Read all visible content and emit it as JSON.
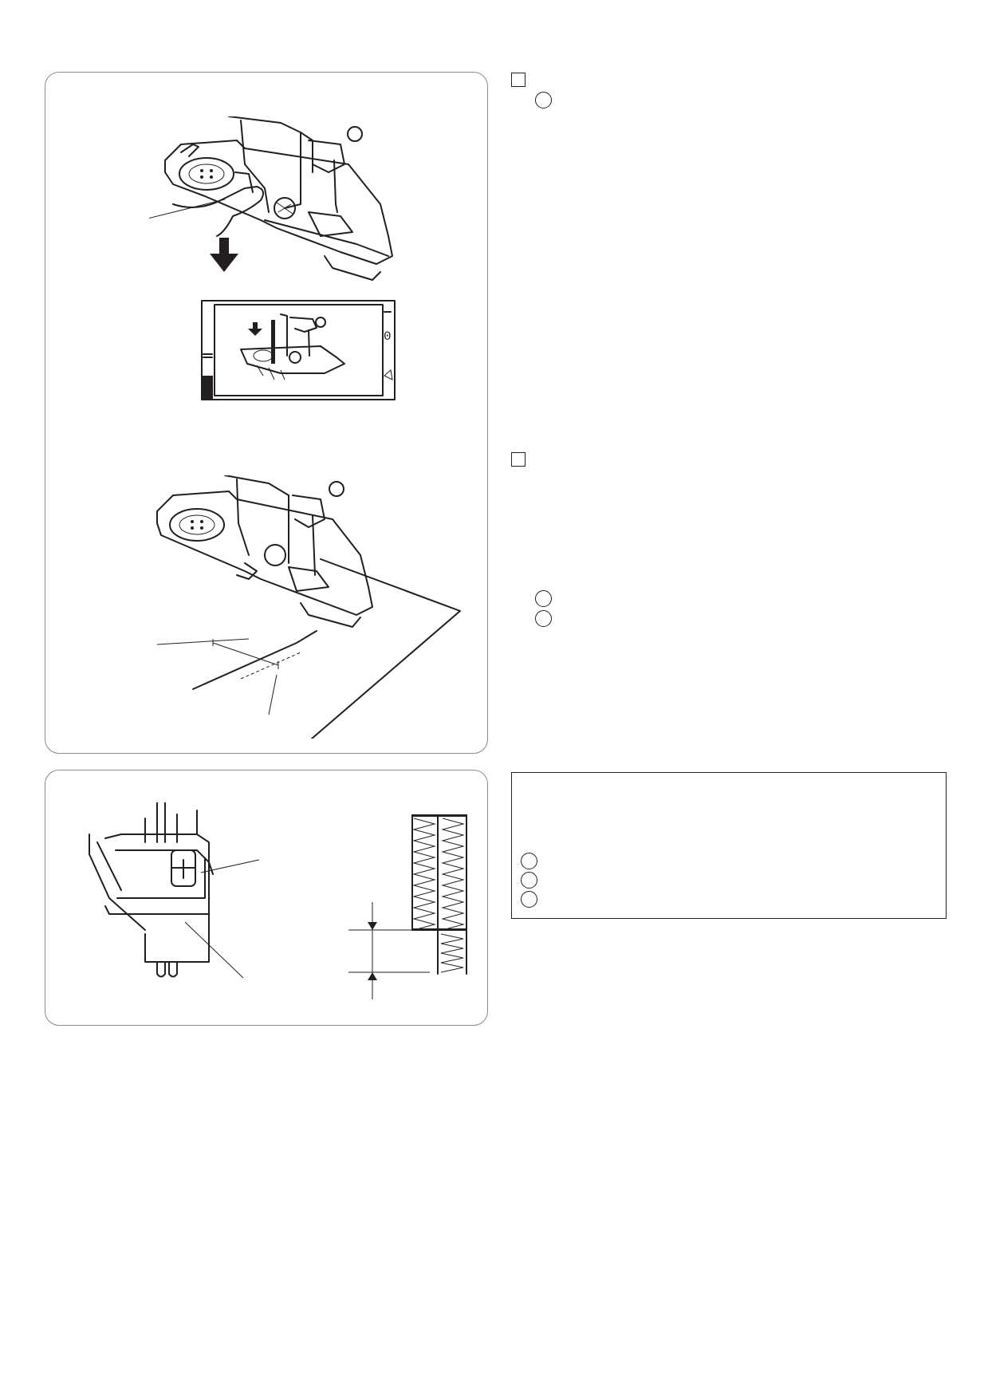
{
  "page": {
    "background": "#ffffff",
    "ink_color": "#231f20",
    "panel_border_color": "#8a8a8a"
  },
  "illustrations": {
    "buttonhole_lever_lowering": "buttonhole-lever-lowering-illustration",
    "lcd_screen": "lcd-screen-prompt-illustration",
    "foot_on_fabric": "buttonhole-foot-on-fabric-illustration",
    "foot_top_view": "buttonhole-foot-top-view-illustration",
    "stitch_diagram": "buttonhole-stitch-diagram-illustration"
  },
  "markers": {
    "step_boxes": [
      "",
      ""
    ],
    "circle_markers": [
      "",
      "",
      "",
      "",
      "",
      ""
    ]
  },
  "icons": [
    "down-arrow-icon",
    "checkbox-square-icon",
    "circle-marker-icon"
  ]
}
